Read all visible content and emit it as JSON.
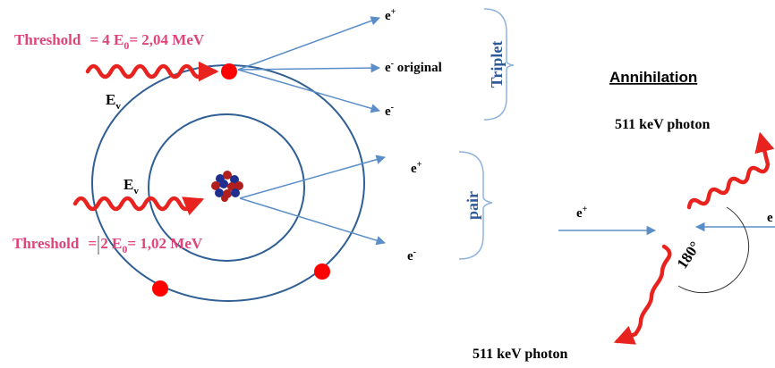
{
  "colors": {
    "threshold_text": "#e0457a",
    "photon_wave": "#e8231f",
    "electron": "#ff0000",
    "arrow": "#5b8ec9",
    "orbit": "#2f5f94",
    "bracket": "#8fb3dd",
    "label_blue": "#2f5a9a",
    "nucleus_proton": "#b01e1e",
    "nucleus_neutron": "#1f2f8f",
    "text": "#000000"
  },
  "pair_production": {
    "threshold_triplet": {
      "prefix": "Threshold",
      "equation_lhs": "= 4 E",
      "subscript": "0",
      "equation_rhs": "= 2,04 MeV"
    },
    "threshold_pair": {
      "prefix": "Threshold",
      "equation_lhs": "= 2 E",
      "subscript": "0",
      "equation_rhs": "= 1,02 MeV"
    },
    "photon_energy": {
      "symbol": "E",
      "subscript": "v"
    },
    "triplet_products": {
      "positron": "e",
      "positron_sup": "+",
      "original": "e",
      "original_sup": "-",
      "original_suffix": " original",
      "electron": "e",
      "electron_sup": "-"
    },
    "pair_products": {
      "positron": "e",
      "positron_sup": "+",
      "electron": "e",
      "electron_sup": "-"
    },
    "triplet_label": "Triplet",
    "pair_label": "pair"
  },
  "annihilation": {
    "title": "Annihilation",
    "photon_top": "511 keV photon",
    "photon_bottom": "511 keV photon",
    "positron": "e",
    "positron_sup": "+",
    "electron_partial": "e",
    "angle": "180°"
  },
  "icons": [
    "photon-wave-arrow",
    "electron-dot",
    "nucleus-cluster",
    "curly-bracket",
    "angle-arc"
  ]
}
